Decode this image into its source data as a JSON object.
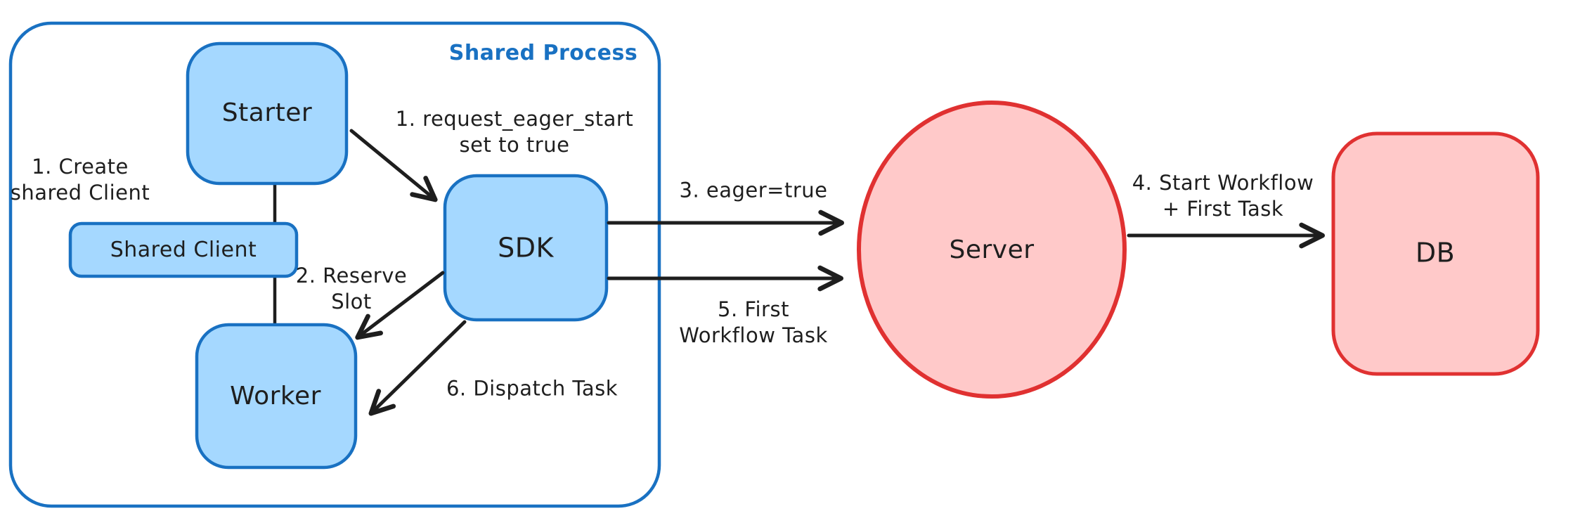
{
  "diagram": {
    "container_label": "Shared Process",
    "nodes": {
      "starter": "Starter",
      "shared_client": "Shared Client",
      "worker": "Worker",
      "sdk": "SDK",
      "server": "Server",
      "db": "DB"
    },
    "annotations": {
      "create_client_l1": "1. Create",
      "create_client_l2": "shared Client",
      "request_eager_l1": "1. request_eager_start",
      "request_eager_l2": "set to true",
      "reserve_slot_l1": "2. Reserve",
      "reserve_slot_l2": "Slot",
      "eager_true": "3. eager=true",
      "start_workflow_l1": "4. Start Workflow",
      "start_workflow_l2": "+ First Task",
      "first_task_l1": "5. First",
      "first_task_l2": "Workflow Task",
      "dispatch_task": "6. Dispatch Task"
    },
    "colors": {
      "blue_stroke": "#1971c2",
      "blue_fill": "#a5d8ff",
      "red_stroke": "#e03131",
      "red_fill": "#ffc9c9",
      "text": "#1e1e1e",
      "background": "#ffffff"
    }
  }
}
